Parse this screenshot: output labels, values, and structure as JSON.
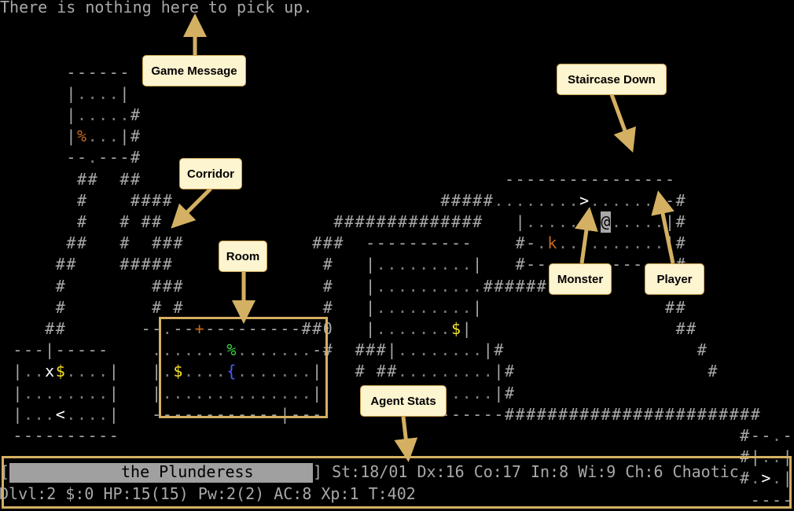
{
  "message": "There is nothing here to pick up.",
  "status": {
    "name": "the Plunderess",
    "line1_left": "[",
    "line1_right": "] St:18/01 Dx:16 Co:17 In:8 Wi:9 Ch:6 Chaotic",
    "line2": "Dlvl:2 $:0 HP:15(15) Pw:2(2) AC:8 Xp:1 T:402"
  },
  "annotations": {
    "game_message": "Game Message",
    "staircase_down": "Staircase Down",
    "corridor": "Corridor",
    "room": "Room",
    "monster": "Monster",
    "player": "Player",
    "agent_stats": "Agent Stats"
  },
  "colors": {
    "annotation_border": "#d4b062",
    "annotation_fill": "#fdf4d0",
    "map_gray": "#a8a8a8",
    "orange": "#c76a1e",
    "yellow": "#f5e12a",
    "green": "#37d83d",
    "blue": "#4c5cff"
  },
  "map_rows": [
    "",
    "",
    "",
    "      ------",
    "      |....|",
    "      |.....#",
    "      |%...|#",
    "      --.---#",
    "       ##  ##                                  ----------------",
    "       #    ####                         #####........>.......-#",
    "       #   # ##                ##############   |.......@.....|#",
    "      ##   #  ###            ###  ----------    #-.k..........|#",
    "     ##    #####              #   |.........|   #--------------#",
    "     #        ###             #   |..........######            #",
    "     #        # #             #   |.........|                 ##",
    "    ##       --.--+---------##0   |.......$|                   ##",
    " ---|-----    .......%.......-#  ###|........|#                  #",
    " |..x$....|   |.$....{.......|   # ##.........|#                  #",
    " |........|   |..............|       |........|#",
    " |...<....|   ------------|---       ----------########################",
    " ----------                                                          #--.-",
    "                                                                     #|..|",
    "                                                                     #.>.|",
    "                                                                      ----"
  ]
}
